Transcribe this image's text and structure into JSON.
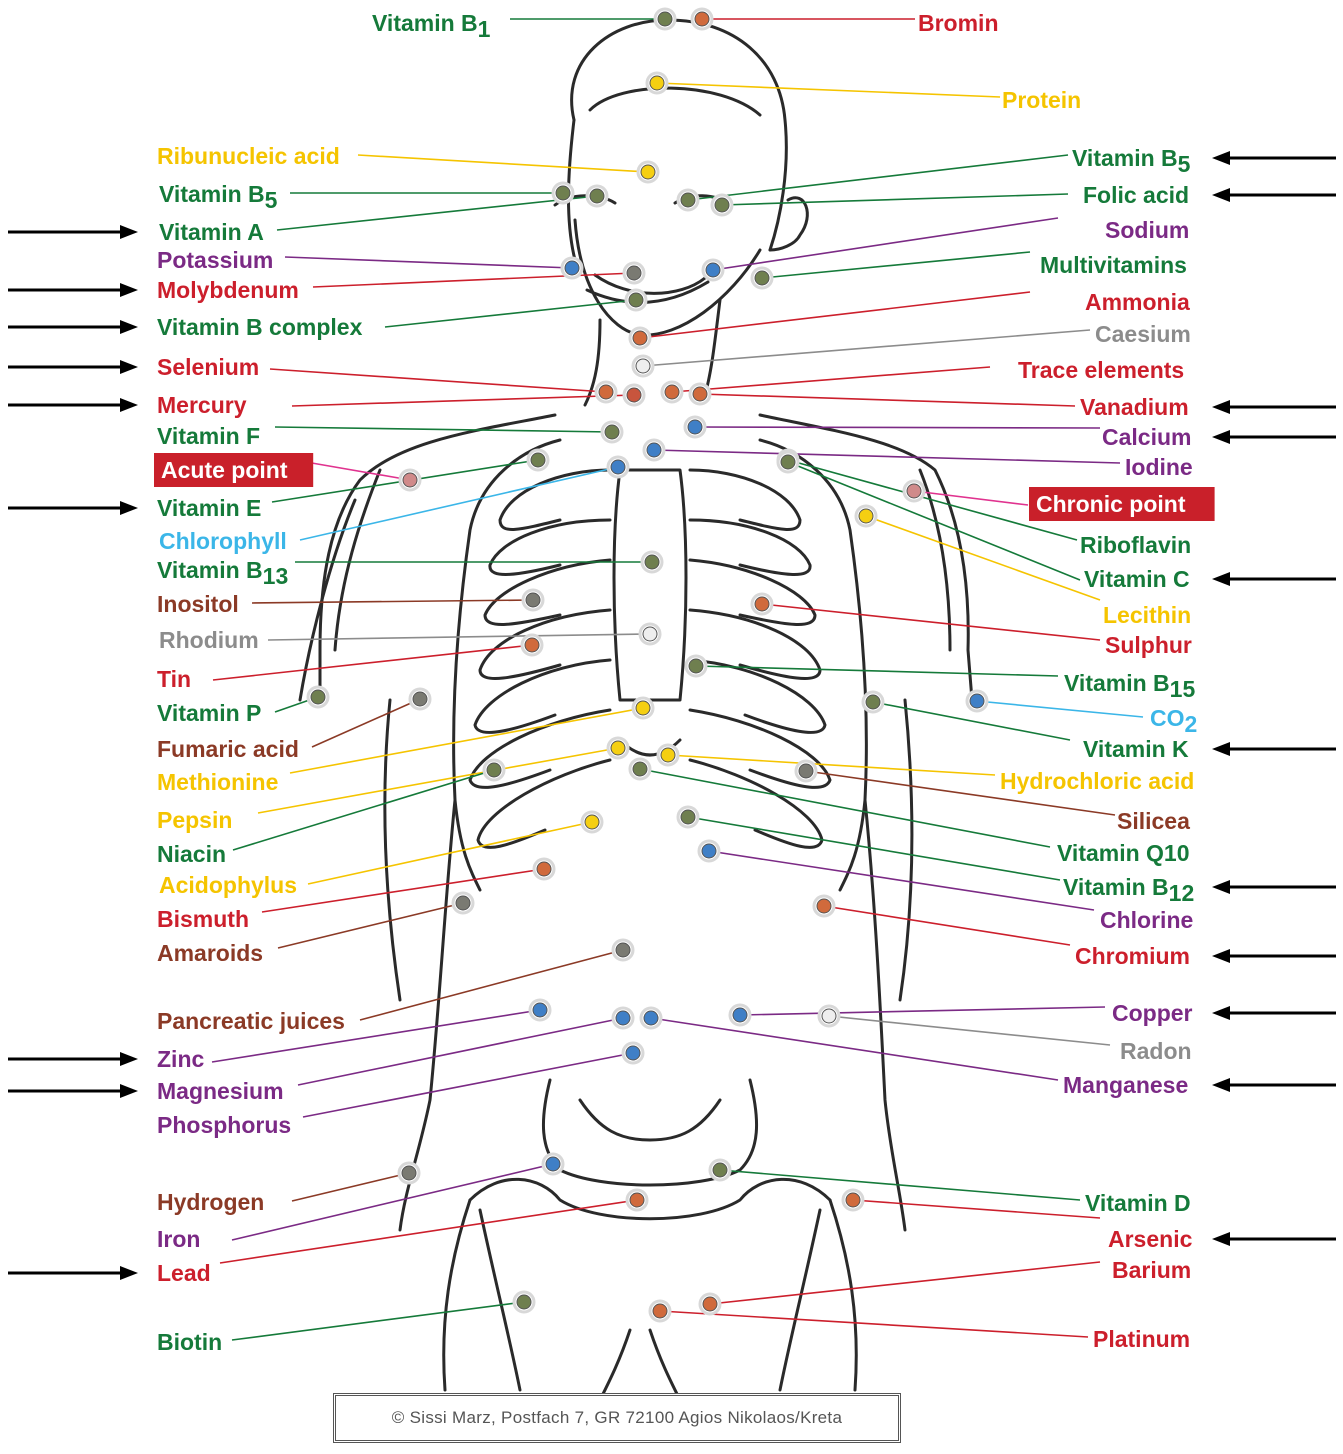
{
  "colors": {
    "green": "#157a3a",
    "red": "#cc1f2c",
    "purple": "#7b2a85",
    "yellow": "#f5c400",
    "brown": "#8b3a26",
    "gray": "#8c8c8c",
    "cyan": "#3bb6e8",
    "dot_green": "#6f7f4f",
    "dot_orange": "#d06a3c",
    "dot_blue": "#3f7fc6",
    "dot_yellow": "#f5cf12",
    "dot_gray": "#7a7a72",
    "dot_white": "#eeeeee",
    "dot_pink": "#d08a8a"
  },
  "labels": [
    {
      "text": "Vitamin B",
      "sub": "1",
      "color": "green",
      "side": "left",
      "arrow": false
    },
    {
      "text": "Bromin",
      "sub": "",
      "color": "red",
      "side": "right",
      "arrow": false
    },
    {
      "text": "Protein",
      "sub": "",
      "color": "yellow",
      "side": "right",
      "arrow": false
    },
    {
      "text": "Ribunucleic acid",
      "sub": "",
      "color": "yellow",
      "side": "left",
      "arrow": false
    },
    {
      "text": "Vitamin B",
      "sub": "5",
      "color": "green",
      "side": "left",
      "arrow": false
    },
    {
      "text": "Vitamin A",
      "sub": "",
      "color": "green",
      "side": "left",
      "arrow": true
    },
    {
      "text": "Potassium",
      "sub": "",
      "color": "purple",
      "side": "left",
      "arrow": false
    },
    {
      "text": "Molybdenum",
      "sub": "",
      "color": "red",
      "side": "left",
      "arrow": true
    },
    {
      "text": "Vitamin B complex",
      "sub": "",
      "color": "green",
      "side": "left",
      "arrow": true
    },
    {
      "text": "Selenium",
      "sub": "",
      "color": "red",
      "side": "left",
      "arrow": true
    },
    {
      "text": "Mercury",
      "sub": "",
      "color": "red",
      "side": "left",
      "arrow": true
    },
    {
      "text": "Vitamin F",
      "sub": "",
      "color": "green",
      "side": "left",
      "arrow": false
    },
    {
      "text": "Acute point",
      "sub": "",
      "color": "white",
      "side": "left",
      "arrow": false,
      "box": true
    },
    {
      "text": "Vitamin E",
      "sub": "",
      "color": "green",
      "side": "left",
      "arrow": true
    },
    {
      "text": "Chlorophyll",
      "sub": "",
      "color": "cyan",
      "side": "left",
      "arrow": false
    },
    {
      "text": "Vitamin B",
      "sub": "13",
      "color": "green",
      "side": "left",
      "arrow": false
    },
    {
      "text": "Inositol",
      "sub": "",
      "color": "brown",
      "side": "left",
      "arrow": false
    },
    {
      "text": "Rhodium",
      "sub": "",
      "color": "gray",
      "side": "left",
      "arrow": false
    },
    {
      "text": "Tin",
      "sub": "",
      "color": "red",
      "side": "left",
      "arrow": false
    },
    {
      "text": "Vitamin P",
      "sub": "",
      "color": "green",
      "side": "left",
      "arrow": false
    },
    {
      "text": "Fumaric acid",
      "sub": "",
      "color": "brown",
      "side": "left",
      "arrow": false
    },
    {
      "text": "Methionine",
      "sub": "",
      "color": "yellow",
      "side": "left",
      "arrow": false
    },
    {
      "text": "Pepsin",
      "sub": "",
      "color": "yellow",
      "side": "left",
      "arrow": false
    },
    {
      "text": "Niacin",
      "sub": "",
      "color": "green",
      "side": "left",
      "arrow": false
    },
    {
      "text": "Acidophylus",
      "sub": "",
      "color": "yellow",
      "side": "left",
      "arrow": false
    },
    {
      "text": "Bismuth",
      "sub": "",
      "color": "red",
      "side": "left",
      "arrow": false
    },
    {
      "text": "Amaroids",
      "sub": "",
      "color": "brown",
      "side": "left",
      "arrow": false
    },
    {
      "text": "Pancreatic juices",
      "sub": "",
      "color": "brown",
      "side": "left",
      "arrow": false
    },
    {
      "text": "Zinc",
      "sub": "",
      "color": "purple",
      "side": "left",
      "arrow": true
    },
    {
      "text": "Magnesium",
      "sub": "",
      "color": "purple",
      "side": "left",
      "arrow": true
    },
    {
      "text": "Phosphorus",
      "sub": "",
      "color": "purple",
      "side": "left",
      "arrow": false
    },
    {
      "text": "Hydrogen",
      "sub": "",
      "color": "brown",
      "side": "left",
      "arrow": false
    },
    {
      "text": "Iron",
      "sub": "",
      "color": "purple",
      "side": "left",
      "arrow": false
    },
    {
      "text": "Lead",
      "sub": "",
      "color": "red",
      "side": "left",
      "arrow": true
    },
    {
      "text": "Biotin",
      "sub": "",
      "color": "green",
      "side": "left",
      "arrow": false
    },
    {
      "text": "Vitamin B",
      "sub": "5",
      "color": "green",
      "side": "right",
      "arrow": true
    },
    {
      "text": "Folic acid",
      "sub": "",
      "color": "green",
      "side": "right",
      "arrow": true
    },
    {
      "text": "Sodium",
      "sub": "",
      "color": "purple",
      "side": "right",
      "arrow": false
    },
    {
      "text": "Multivitamins",
      "sub": "",
      "color": "green",
      "side": "right",
      "arrow": false
    },
    {
      "text": "Ammonia",
      "sub": "",
      "color": "red",
      "side": "right",
      "arrow": false
    },
    {
      "text": "Caesium",
      "sub": "",
      "color": "gray",
      "side": "right",
      "arrow": false
    },
    {
      "text": "Trace elements",
      "sub": "",
      "color": "red",
      "side": "right",
      "arrow": false
    },
    {
      "text": "Vanadium",
      "sub": "",
      "color": "red",
      "side": "right",
      "arrow": true
    },
    {
      "text": "Calcium",
      "sub": "",
      "color": "purple",
      "side": "right",
      "arrow": true
    },
    {
      "text": "Iodine",
      "sub": "",
      "color": "purple",
      "side": "right",
      "arrow": false
    },
    {
      "text": "Chronic point",
      "sub": "",
      "color": "white",
      "side": "right",
      "arrow": false,
      "box": true
    },
    {
      "text": "Riboflavin",
      "sub": "",
      "color": "green",
      "side": "right",
      "arrow": false
    },
    {
      "text": "Vitamin C",
      "sub": "",
      "color": "green",
      "side": "right",
      "arrow": true
    },
    {
      "text": "Lecithin",
      "sub": "",
      "color": "yellow",
      "side": "right",
      "arrow": false
    },
    {
      "text": "Sulphur",
      "sub": "",
      "color": "red",
      "side": "right",
      "arrow": false
    },
    {
      "text": "Vitamin B",
      "sub": "15",
      "color": "green",
      "side": "right",
      "arrow": false
    },
    {
      "text": "CO",
      "sub": "2",
      "color": "cyan",
      "side": "right",
      "arrow": false
    },
    {
      "text": "Vitamin K",
      "sub": "",
      "color": "green",
      "side": "right",
      "arrow": true
    },
    {
      "text": "Hydrochloric acid",
      "sub": "",
      "color": "yellow",
      "side": "right",
      "arrow": false
    },
    {
      "text": "Silicea",
      "sub": "",
      "color": "brown",
      "side": "right",
      "arrow": false
    },
    {
      "text": "Vitamin Q10",
      "sub": "",
      "color": "green",
      "side": "right",
      "arrow": false
    },
    {
      "text": "Vitamin B",
      "sub": "12",
      "color": "green",
      "side": "right",
      "arrow": true
    },
    {
      "text": "Chlorine",
      "sub": "",
      "color": "purple",
      "side": "right",
      "arrow": false
    },
    {
      "text": "Chromium",
      "sub": "",
      "color": "red",
      "side": "right",
      "arrow": true
    },
    {
      "text": "Copper",
      "sub": "",
      "color": "purple",
      "side": "right",
      "arrow": true
    },
    {
      "text": "Radon",
      "sub": "",
      "color": "gray",
      "side": "right",
      "arrow": false
    },
    {
      "text": "Manganese",
      "sub": "",
      "color": "purple",
      "side": "right",
      "arrow": true
    },
    {
      "text": "Vitamin D",
      "sub": "",
      "color": "green",
      "side": "right",
      "arrow": false
    },
    {
      "text": "Arsenic",
      "sub": "",
      "color": "red",
      "side": "right",
      "arrow": true
    },
    {
      "text": "Barium",
      "sub": "",
      "color": "red",
      "side": "right",
      "arrow": false
    },
    {
      "text": "Platinum",
      "sub": "",
      "color": "red",
      "side": "right",
      "arrow": false
    }
  ],
  "footer": {
    "credit": "© Sissi Marz, Postfach 7, GR 72100 Agios Nikolaos/Kreta"
  }
}
